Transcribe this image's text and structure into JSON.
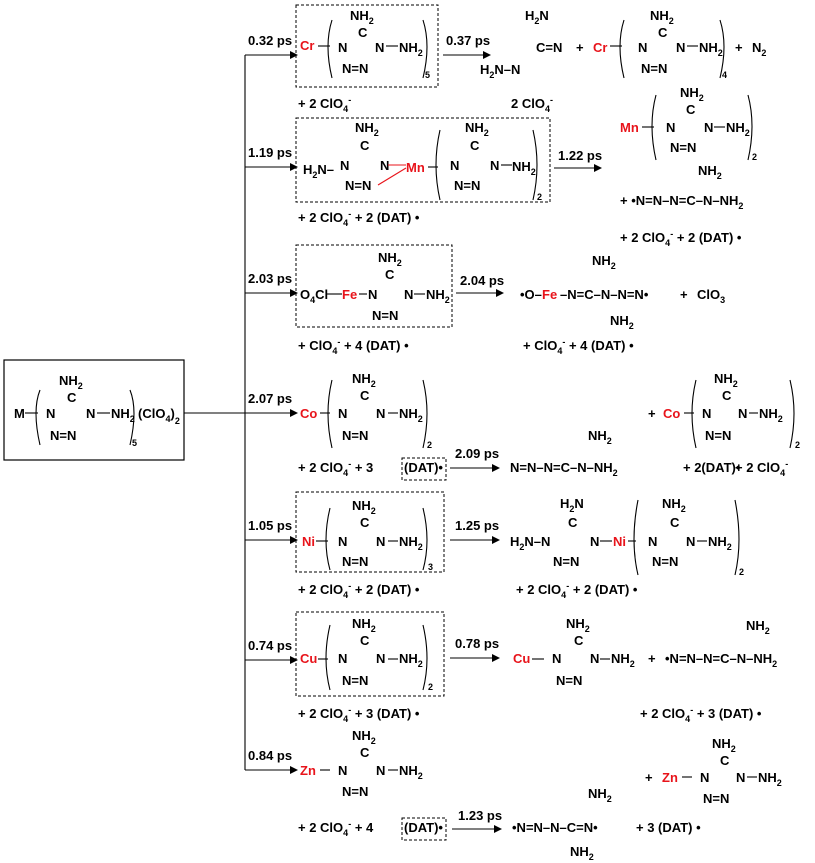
{
  "start": {
    "metal": "M",
    "nh2": "NH",
    "two": "2",
    "n": "N",
    "c": "C",
    "n3": "N",
    "nn": "N",
    "sub5": "5",
    "clo4": "(ClO",
    "four": "4",
    "close": ")",
    "sub2": "2"
  },
  "branches": [
    {
      "time": "0.32 ps",
      "metal": "Cr",
      "mult": "5",
      "next_time": "0.37 ps",
      "counter": "+ 2 ClO",
      "counter2": "-",
      "product_counter": "2 ClO",
      "product_counter2": "-",
      "n2": "N",
      "n2sub": "2",
      "plus": "+",
      "product_mult": "4"
    },
    {
      "time": "1.19 ps",
      "metal": "Mn",
      "mult": "2",
      "next_time": "1.22 ps",
      "counter": "+ 2 ClO",
      "counter2": "-",
      "dat": "+ 2 (DAT)",
      "product_counter": "+ 2 ClO",
      "product_counter2": "-",
      "product_dat": "+ 2 (DAT)",
      "product_mult": "2"
    },
    {
      "time": "2.03 ps",
      "metal": "Fe",
      "next_time": "2.04 ps",
      "o4cl": "O",
      "o4": "4",
      "cl": "Cl",
      "counter": "+ ClO",
      "counter2": "-",
      "dat": "+ 4 (DAT)",
      "clo3": "ClO",
      "clo3sub": "3",
      "product_counter": "+ ClO",
      "product_counter2": "-",
      "product_dat": "+ 4 (DAT)"
    },
    {
      "time": "2.07 ps",
      "metal": "Co",
      "mult": "2",
      "next_time": "2.09 ps",
      "counter": "+ 2 ClO",
      "counter2": "-",
      "dat3": "+ 3",
      "dat": "(DAT)",
      "product_dat": "+ 2(DAT)",
      "product_counter": "+ 2 ClO",
      "product_counter2": "-",
      "product_mult": "2"
    },
    {
      "time": "1.05 ps",
      "metal": "Ni",
      "mult": "3",
      "next_time": "1.25 ps",
      "counter": "+ 2 ClO",
      "counter2": "-",
      "dat": "+ 2 (DAT)",
      "product_counter": "+ 2 ClO",
      "product_counter2": "-",
      "product_dat": "+ 2 (DAT)",
      "product_mult": "2"
    },
    {
      "time": "0.74 ps",
      "metal": "Cu",
      "mult": "2",
      "next_time": "0.78 ps",
      "counter": "+ 2 ClO",
      "counter2": "-",
      "dat": "+ 3 (DAT)",
      "product_counter": "+ 2 ClO",
      "product_counter2": "-",
      "product_dat": "+ 3 (DAT)"
    },
    {
      "time": "0.84 ps",
      "metal": "Zn",
      "next_time": "1.23 ps",
      "counter": "+ 2 ClO",
      "counter2": "-",
      "dat4": "+ 4",
      "dat": "(DAT)",
      "product_dat": "+ 3 (DAT)"
    }
  ],
  "labels": {
    "nh2": "NH",
    "two": "2",
    "h2n": "H",
    "n": "N",
    "c": "C",
    "plus": "+",
    "dot": "•"
  }
}
